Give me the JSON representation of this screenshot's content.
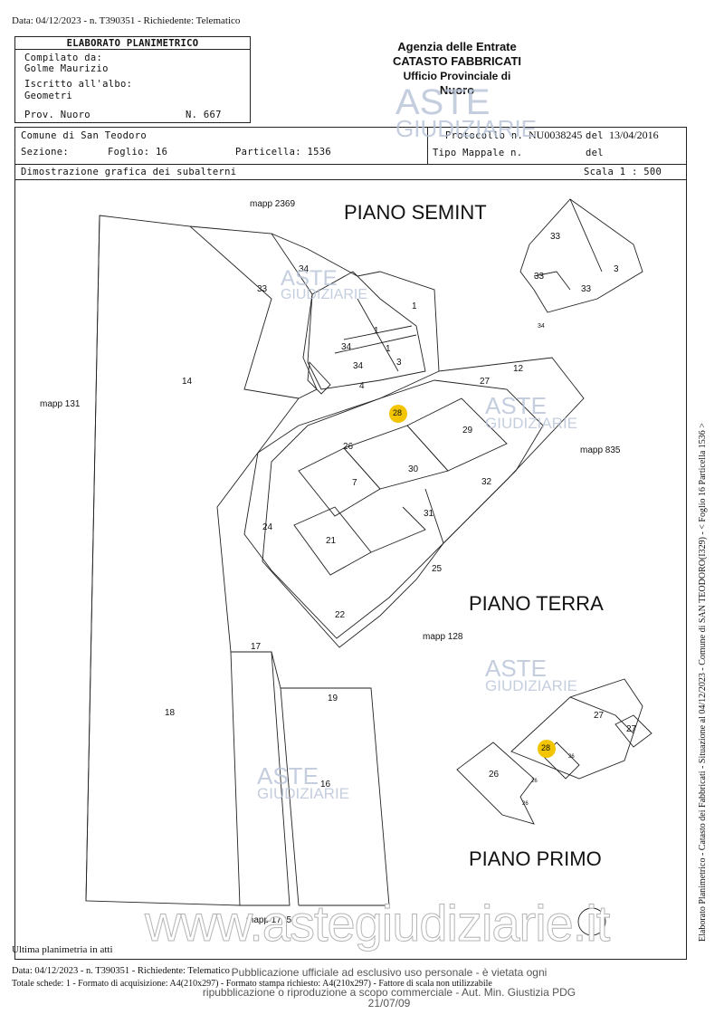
{
  "top_line": "Data: 04/12/2023 - n. T390351 - Richiedente: Telematico",
  "header_left": {
    "title": "ELABORATO PLANIMETRICO",
    "compilato_label": "Compilato da:",
    "compilato_value": "Golme Maurizio",
    "iscritto_label": "Iscritto all'albo:",
    "iscritto_value": "Geometri",
    "prov_label": "Prov. Nuoro",
    "numero": "N. 667"
  },
  "agency": {
    "line1": "Agenzia delle Entrate",
    "line2": "CATASTO FABBRICATI",
    "line3": "Ufficio Provinciale di",
    "line4": "Nuoro"
  },
  "row2": {
    "comune": "Comune di San Teodoro",
    "sezione": "Sezione:",
    "foglio": "Foglio: 16",
    "particella": "Particella: 1536",
    "protocollo_label": "Protocollo n.",
    "protocollo_value": "NU0038245",
    "del1_label": "del",
    "del1_value": "13/04/2016",
    "tipo_label": "Tipo Mappale n.",
    "del2_label": "del"
  },
  "row3": {
    "left": "Dimostrazione grafica dei subalterni",
    "right": "Scala 1 : 500"
  },
  "plan_titles": {
    "semint": "PIANO SEMINT",
    "terra": "PIANO TERRA",
    "primo": "PIANO PRIMO"
  },
  "map_labels": {
    "mapp2369": "mapp 2369",
    "mapp131": "mapp 131",
    "mapp835": "mapp 835",
    "mapp128": "mapp 128",
    "mapp1785": "mapp 1785"
  },
  "side_text": "Elaborato Planimetrico - Catasto dei Fabbricati - Situazione al 04/12/2023 - Comune di SAN TEODORO(I329) - < Foglio 16 Particella 1536 >",
  "footer": {
    "ultima": "Ultima planimetria in atti",
    "line1": "Data: 04/12/2023 - n. T390351 - Richiedente: Telematico",
    "line2": "Totale schede: 1 - Formato di acquisizione: A4(210x297) - Formato stampa richiesto: A4(210x297) - Fattore di scala non utilizzabile",
    "overlay1": "Pubblicazione ufficiale ad esclusivo uso personale - è vietata ogni",
    "overlay2": "ripubblicazione o riproduzione a scopo commerciale - Aut. Min. Giustizia PDG 21/07/09"
  },
  "watermark": {
    "big": "www.astegiudiziarie.it",
    "aste": "ASTE",
    "giudiziarie": "GIUDIZIARIE"
  },
  "highlight_color": "#f2c500",
  "highlight_label": "28",
  "unit_numbers": {
    "u33a": "33",
    "u34a": "34",
    "u1a": "1",
    "u1b": "1",
    "u1c": "1",
    "u34b": "34",
    "u34c": "34",
    "u3a": "3",
    "u4": "4",
    "u33b": "33",
    "u33c": "33",
    "u33d": "33",
    "u3b": "3",
    "u34d": "34",
    "u14": "14",
    "u27a": "27",
    "u12": "12",
    "u29": "29",
    "u26a": "26",
    "u30": "30",
    "u7": "7",
    "u32": "32",
    "u31": "31",
    "u24": "24",
    "u21": "21",
    "u25": "25",
    "u22": "22",
    "u17": "17",
    "u18": "18",
    "u19": "19",
    "u16": "16",
    "u27b": "27",
    "u27c": "27",
    "u26b": "26",
    "u26c": "26",
    "u26d": "26",
    "u26e": "26"
  }
}
